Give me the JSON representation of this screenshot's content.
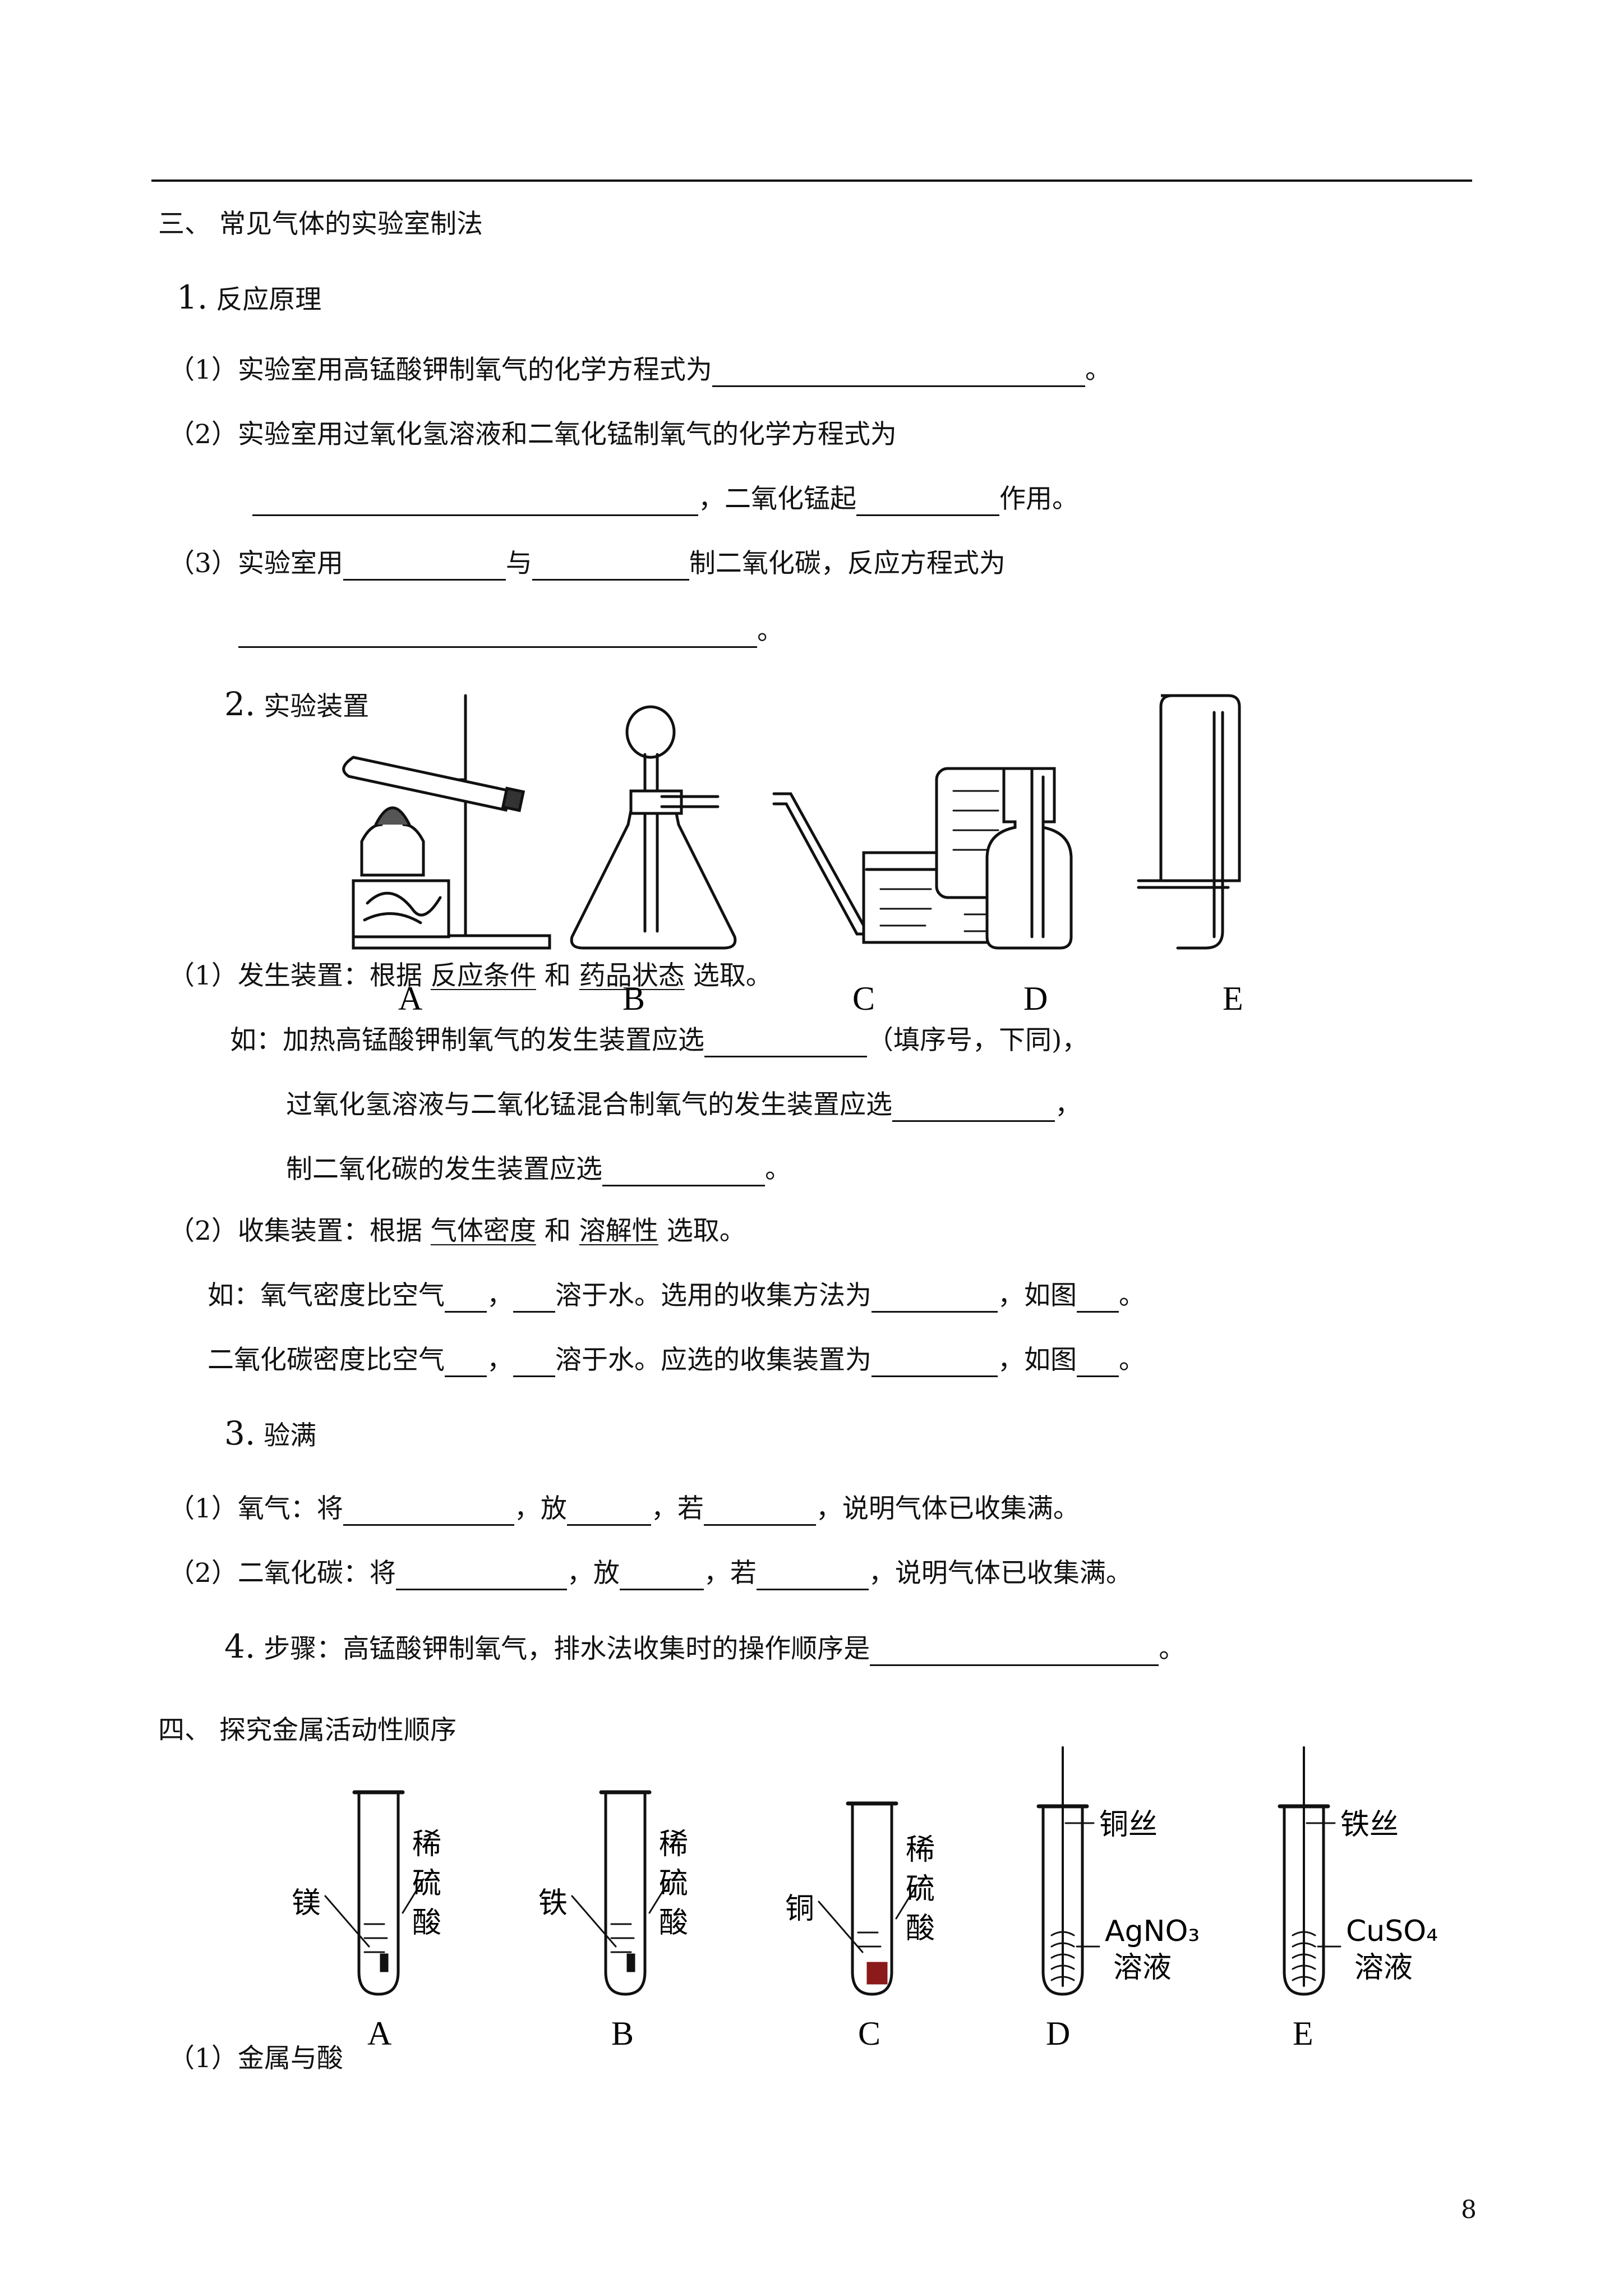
{
  "sec3": {
    "title": "三、  常见气体的实验室制法",
    "s1": {
      "num": "1.",
      "title": "反应原理"
    },
    "q1": {
      "prefix": "（1）实验室用高锰酸钾制氧气的化学方程式为",
      "end": "。"
    },
    "q2": {
      "line1": "（2）实验室用过氧化氢溶液和二氧化锰制氧气的化学方程式为",
      "mid": "，二氧化锰起",
      "end": "作用。"
    },
    "q3": {
      "prefix": "（3）实验室用",
      "and": "与",
      "mid": "制二氧化碳，反应方程式为",
      "end": "。"
    },
    "s2": {
      "num": "2.",
      "title": "实验装置"
    },
    "apparatus_labels": [
      "A",
      "B",
      "C",
      "D",
      "E"
    ],
    "gen": {
      "prefix": "（1）发生装置：根据",
      "u1": "反应条件",
      "and": "和",
      "u2": "药品状态",
      "end": "选取。"
    },
    "gen_ex1": {
      "prefix": "如：加热高锰酸钾制氧气的发生装置应选",
      "end": "（填序号，下同)，"
    },
    "gen_ex2": {
      "prefix": "过氧化氢溶液与二氧化锰混合制氧气的发生装置应选",
      "end": "，"
    },
    "gen_ex3": {
      "prefix": "制二氧化碳的发生装置应选",
      "end": "。"
    },
    "col": {
      "prefix": "（2）收集装置：根据",
      "u1": "气体密度",
      "and": "和",
      "u2": "溶解性",
      "end": "选取。"
    },
    "col_ex1": {
      "a": "如：氧气密度比空气",
      "b": "，",
      "c": "溶于水。选用的收集方法为",
      "d": "，如图",
      "e": "。"
    },
    "col_ex2": {
      "a": "二氧化碳密度比空气",
      "b": "，",
      "c": "溶于水。应选的收集装置为",
      "d": "，如图",
      "e": "。"
    },
    "s3": {
      "num": "3.",
      "title": "验满"
    },
    "v1": {
      "a": "（1）氧气：将",
      "b": "，放",
      "c": "，若",
      "d": "，说明气体已收集满。"
    },
    "v2": {
      "a": "（2）二氧化碳：将",
      "b": "，放",
      "c": "，若",
      "d": "，说明气体已收集满。"
    },
    "s4": {
      "num": "4.",
      "text": "步骤：高锰酸钾制氧气，排水法收集时的操作顺序是",
      "end": "。"
    }
  },
  "sec4": {
    "title": "四、  探究金属活动性顺序",
    "tubes": [
      {
        "label": "A",
        "metal": "镁",
        "liquid": "稀硫酸"
      },
      {
        "label": "B",
        "metal": "铁",
        "liquid": "稀硫酸"
      },
      {
        "label": "C",
        "metal": "铜",
        "liquid": "稀硫酸"
      },
      {
        "label": "D",
        "metal": "铜丝",
        "solution": "AgNO₃",
        "solution2": "溶液"
      },
      {
        "label": "E",
        "metal": "铁丝",
        "solution": "CuSO₄",
        "solution2": "溶液"
      }
    ],
    "sub1": "（1）金属与酸"
  },
  "page_number": "8"
}
